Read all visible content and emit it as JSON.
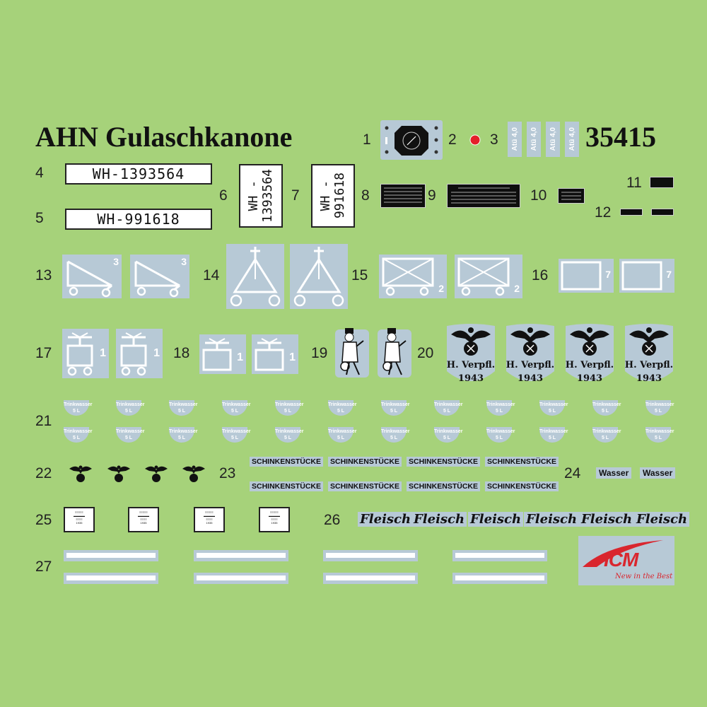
{
  "title": "AHN Gulaschkanone",
  "product_code": "35415",
  "numbers": {
    "n1": "1",
    "n2": "2",
    "n3": "3",
    "n4": "4",
    "n5": "5",
    "n6": "6",
    "n7": "7",
    "n8": "8",
    "n9": "9",
    "n10": "10",
    "n11": "11",
    "n12": "12",
    "n13": "13",
    "n14": "14",
    "n15": "15",
    "n16": "16",
    "n17": "17",
    "n18": "18",
    "n19": "19",
    "n20": "20",
    "n21": "21",
    "n22": "22",
    "n23": "23",
    "n24": "24",
    "n25": "25",
    "n26": "26",
    "n27": "27"
  },
  "plates": {
    "p4": "WH-1393564",
    "p5": "WH-991618",
    "p6_line1": "WH -",
    "p6_line2": "1393564",
    "p7_line1": "WH -",
    "p7_line2": "991618"
  },
  "ato_label": "Atü 4,0",
  "marker_digits": {
    "m13": "3",
    "m15": "2",
    "m16": "7",
    "m17": "1",
    "m18": "1"
  },
  "eagle_text": {
    "line1": "H. Verpfl.",
    "line2": "1943"
  },
  "trinkwasser": {
    "line1": "Trinkwasser",
    "line2": "5 L"
  },
  "schinken": "SCHINKENSTÜCKE",
  "wasser": "Wasser",
  "fleisch": "Fleisch",
  "label25_year": "1935",
  "logo": {
    "brand": "ICM",
    "slogan": "New in the Best"
  },
  "colors": {
    "background": "#a6d27a",
    "decal_blue": "#b7c9d6",
    "red_dot": "#e4202a",
    "logo_red": "#d9262e"
  }
}
